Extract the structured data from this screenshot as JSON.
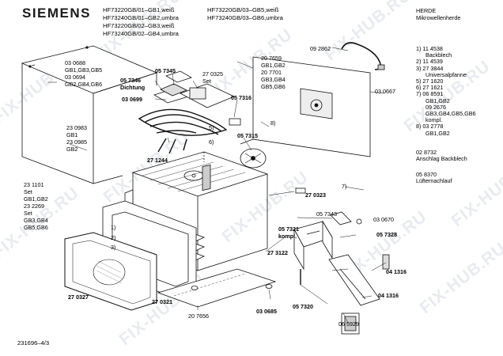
{
  "brand": "SIEMENS",
  "models": [
    "HF73220GB/01–GB1,weiß",
    "HF73240GB/01–GB2,umbra",
    "HF73220GB/02–GB3,weiß",
    "HF73240GB/02–GB4,umbra",
    "HF73220GB/03–GB5,weiß",
    "HF73240GB/03–GB6,umbra"
  ],
  "category": [
    "HERDE",
    "Mikrowellenherde"
  ],
  "legend": [
    "1)  11 4538",
    "Backblech",
    "2)  11 4539",
    "3)  27 3844",
    "Universalpfanne",
    "5)  27 1620",
    "6)  27 1621",
    "7)  06 8591",
    "GB1,GB2",
    "09 2676",
    "GB3,GB4,GB5,GB6",
    "kompl.",
    "8)  03 2778",
    "GB1,GB2",
    "",
    "02 8732",
    "Anschlag Backblech",
    "",
    "05 8370",
    "Lüfternachlauf"
  ],
  "labels": {
    "l030688": "03 0688",
    "lgb135": "GB1,GB3,GB5",
    "l030694": "03 0694",
    "lgb246": "GB2,GB4,GB6",
    "l057346": "05 7346",
    "ldicht": "Dichtung",
    "l057345": "05 7345",
    "l270325": "27 0325",
    "lset1": "Set",
    "l207659": "20 7659",
    "lgb12a": "GB1,GB2",
    "l207701": "20 7701",
    "lgb34": "GB3,GB4",
    "lgb56": "GB5,GB6",
    "l092862": "09 2862",
    "l030667": "03 0667",
    "l030699": "03 0699",
    "l057316": "05 7316",
    "l230983": "23 0983",
    "lgb1": "GB1",
    "l230985": "23 0985",
    "lgb2": "GB2",
    "l057315": "05 7315",
    "l271244": "27 1244",
    "l231101": "23 1101",
    "lset2": "Set",
    "lgb12b": "GB1,GB2",
    "l232269": "23 2269",
    "lset3": "Set",
    "lgb34b": "GB3,GB4",
    "lgb56b": "GB5,GB6",
    "l270323": "27 0323",
    "l057343": "05 7343",
    "l030670": "03 0670",
    "l057321": "05 7321",
    "lkompl": "kompl.",
    "l057328": "05 7328",
    "l273122": "27 3122",
    "l041316a": "04 1316",
    "l041316b": "04 1316",
    "l270327": "27 0327",
    "l270321": "27 0321",
    "l057320": "05 7320",
    "l030685": "03 0685",
    "l207656": "20 7656",
    "l065929": "06 5929",
    "n1": "1)",
    "n2": "2)",
    "n3": "3)",
    "n5": "5)",
    "n6": "6)",
    "n7": "7)",
    "n8": "8)"
  },
  "footer": "231696–4/3",
  "watermark": "FIX-HUB.RU"
}
